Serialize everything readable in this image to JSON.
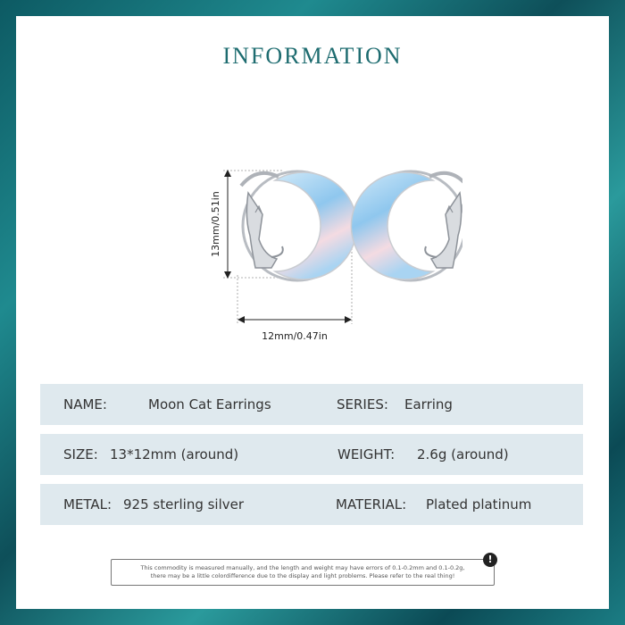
{
  "header": {
    "title": "INFORMATION"
  },
  "dimensions": {
    "height_label": "13mm/0.51in",
    "width_label": "12mm/0.47in"
  },
  "details": {
    "name": {
      "label": "NAME:",
      "value": "Moon Cat Earrings"
    },
    "series": {
      "label": "SERIES:",
      "value": "Earring"
    },
    "size": {
      "label": "SIZE:",
      "value": "13*12mm (around)"
    },
    "weight": {
      "label": "WEIGHT:",
      "value": "2.6g (around)"
    },
    "metal": {
      "label": "METAL:",
      "value": "925 sterling silver"
    },
    "material": {
      "label": "MATERIAL:",
      "value": "Plated platinum"
    }
  },
  "notice": {
    "line1": "This commodity is measured manually, and the length and weight may have errors of 0.1-0.2mm and 0.1-0.2g,",
    "line2": "there may be a little colordifference due to the display and light problems. Please refer to the real thing!",
    "icon": "exclamation-icon"
  },
  "colors": {
    "title": "#1e6c70",
    "row_bg": "#dfe9ee",
    "frame": "#1f8a8f"
  }
}
